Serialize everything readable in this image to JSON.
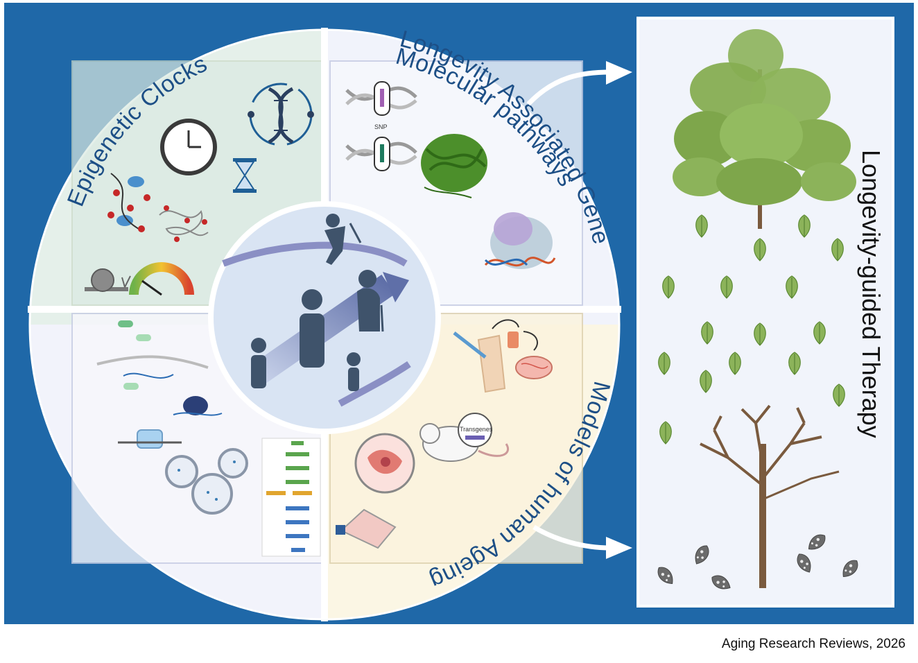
{
  "figure": {
    "sections": {
      "epigenetic_clocks": "Epigenetic Clocks",
      "longevity_genes": "Longevity Associated Genes",
      "models_human_ageing": "Models of human Ageing",
      "molecular_pathways": "Molecular pathways"
    },
    "therapy_label": "Longevity-guided Therapy",
    "snp_label": "SNP",
    "transgenes_label": "Transgenes",
    "citation": "Aging Research Reviews, 2026"
  },
  "colors": {
    "background": "#1f68a8",
    "epigenetic_quadrant": "#e2efe9",
    "genes_quadrant": "#f1f3fb",
    "models_quadrant": "#fbf6e6",
    "pathways_quadrant": "#f1f3fb",
    "center_circle": "#dce6f5",
    "label_text": "#1d4f86",
    "leaf_green": "#8cb35a",
    "tree_trunk": "#7a5a3e"
  },
  "icons": [
    "dna-icon",
    "clock-icon",
    "hourglass-icon",
    "snail-icon",
    "gauge-icon",
    "chromatin-icon",
    "protein-icon",
    "person-icon",
    "arrow-icon",
    "tree-icon",
    "leaf-icon",
    "mouse-icon",
    "cell-icon",
    "flask-icon",
    "petri-dish-icon",
    "ribosome-icon",
    "vesicle-icon",
    "flowchart-icon"
  ]
}
